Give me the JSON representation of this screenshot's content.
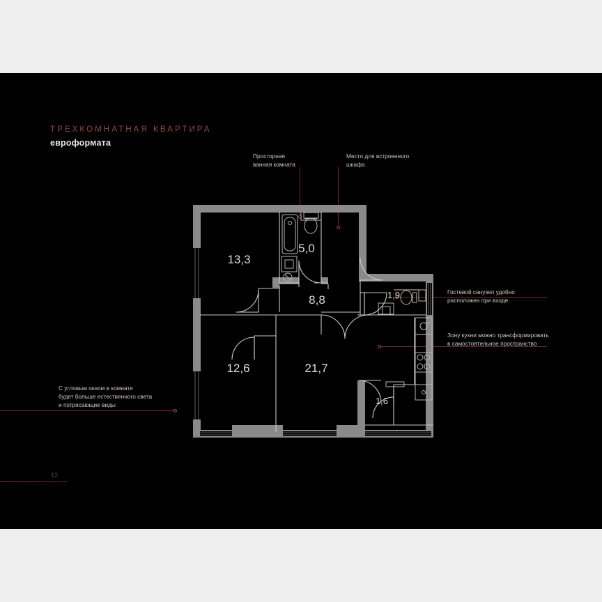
{
  "slide": {
    "kicker": "ТРЕХКОМНАТНАЯ КВАРТИРА",
    "subtitle": "евроформата",
    "page_number": "12",
    "accent_color": "#8d4a45",
    "lead_color": "#6d2f2a",
    "background_color": "#000000",
    "canvas_color": "#efefef"
  },
  "callouts": [
    {
      "id": "bathroom",
      "text": "Просторная\nванная комната",
      "position": "top-left-of-plan"
    },
    {
      "id": "wardrobe",
      "text": "Место для встроенного\nшкафа",
      "position": "top-right-of-plan"
    },
    {
      "id": "guest-wc",
      "text": "Гостевой санузел удобно\nрасположен при входе",
      "position": "right-upper"
    },
    {
      "id": "kitchen",
      "text": "Зону кухни можно трансформировать\nв самостоятельное пространство",
      "position": "right-lower"
    },
    {
      "id": "corner-window",
      "text": "С угловым окном в комнате\nбудет больше естественного света\nи потрясающие виды",
      "position": "left"
    }
  ],
  "floor_plan": {
    "rooms": [
      {
        "id": "bedroom-1",
        "area": "13,3"
      },
      {
        "id": "bathroom",
        "area": "5,0"
      },
      {
        "id": "hall",
        "area": "8,8"
      },
      {
        "id": "guest-wc",
        "area": "1,9"
      },
      {
        "id": "bedroom-2",
        "area": "12,6"
      },
      {
        "id": "living",
        "area": "21,7"
      },
      {
        "id": "storage",
        "area": "1,6"
      }
    ],
    "fixtures": [
      "bathtub",
      "toilet",
      "sink",
      "washing-machine",
      "guest-toilet",
      "guest-sink",
      "kitchen-sink",
      "kitchen-stove",
      "kitchen-appliance"
    ],
    "wall_color": "#8a8a8a",
    "line_color": "#c9c6c3"
  }
}
